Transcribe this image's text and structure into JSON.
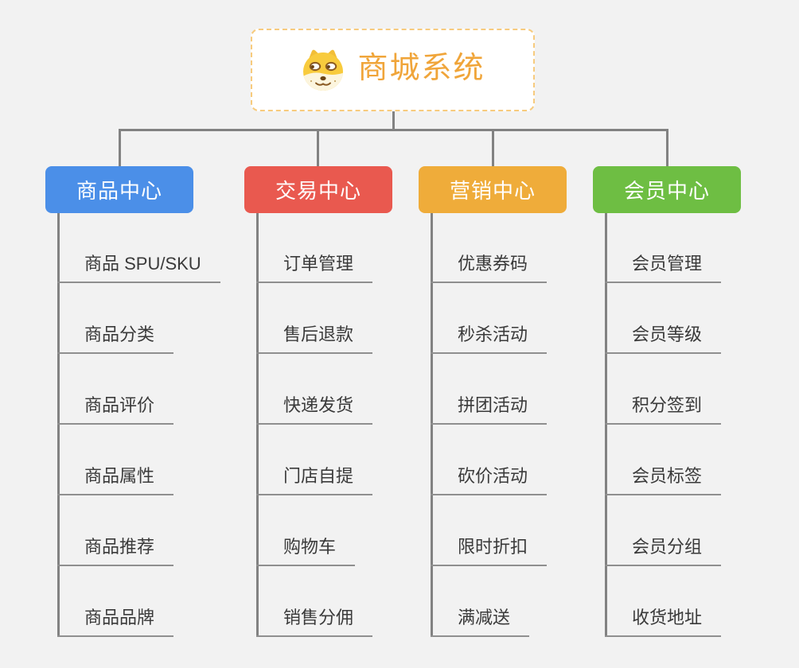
{
  "canvas": {
    "background_color": "#F2F2F2",
    "connector_color": "#828282",
    "underline_color": "#8F8F8F",
    "item_text_color": "#3A3A3A"
  },
  "root": {
    "title": "商城系统",
    "icon": "dog-face-icon",
    "text_color": "#F0A53A",
    "border_color": "#F7CB7E",
    "background_color": "#FFFFFF"
  },
  "branches": [
    {
      "label": "商品中心",
      "color": "#4B8FE8",
      "text_color": "#FFFFFF",
      "children": [
        "商品 SPU/SKU",
        "商品分类",
        "商品评价",
        "商品属性",
        "商品推荐",
        "商品品牌"
      ]
    },
    {
      "label": "交易中心",
      "color": "#E9594F",
      "text_color": "#FFFFFF",
      "children": [
        "订单管理",
        "售后退款",
        "快递发货",
        "门店自提",
        "购物车",
        "销售分佣"
      ]
    },
    {
      "label": "营销中心",
      "color": "#EFAC3A",
      "text_color": "#FFFFFF",
      "children": [
        "优惠券码",
        "秒杀活动",
        "拼团活动",
        "砍价活动",
        "限时折扣",
        "满减送"
      ]
    },
    {
      "label": "会员中心",
      "color": "#6EBE43",
      "text_color": "#FFFFFF",
      "children": [
        "会员管理",
        "会员等级",
        "积分签到",
        "会员标签",
        "会员分组",
        "收货地址"
      ]
    }
  ]
}
